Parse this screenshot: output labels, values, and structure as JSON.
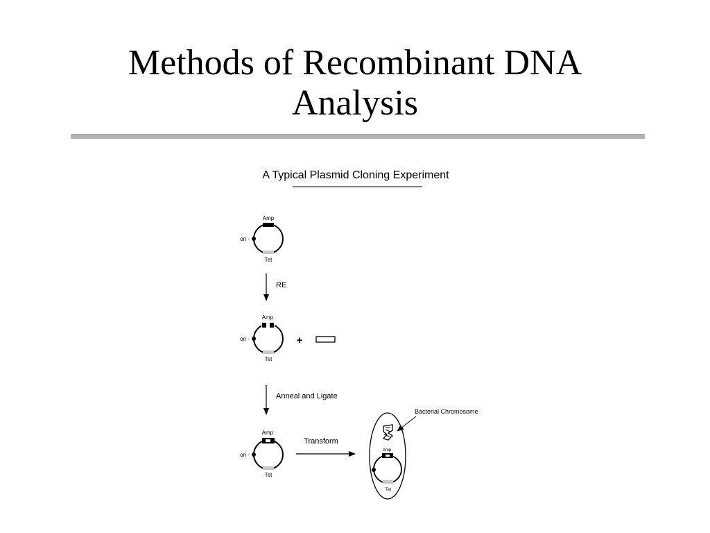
{
  "slide": {
    "title_line1": "Methods of Recombinant DNA",
    "title_line2": "Analysis"
  },
  "diagram": {
    "heading": "A Typical Plasmid Cloning Experiment",
    "labels": {
      "amp": "Amp",
      "tet": "Tet",
      "ori": "ori -"
    },
    "steps": {
      "re": "RE",
      "anneal": "Anneal and Ligate",
      "transform": "Transform",
      "plus": "+"
    },
    "bacterial_chromosome": "Bacterial Chromosome"
  },
  "colors": {
    "title_rule": "#b2b2b2",
    "tet_marker": "#c8c8c8",
    "amp_marker": "#000000"
  }
}
